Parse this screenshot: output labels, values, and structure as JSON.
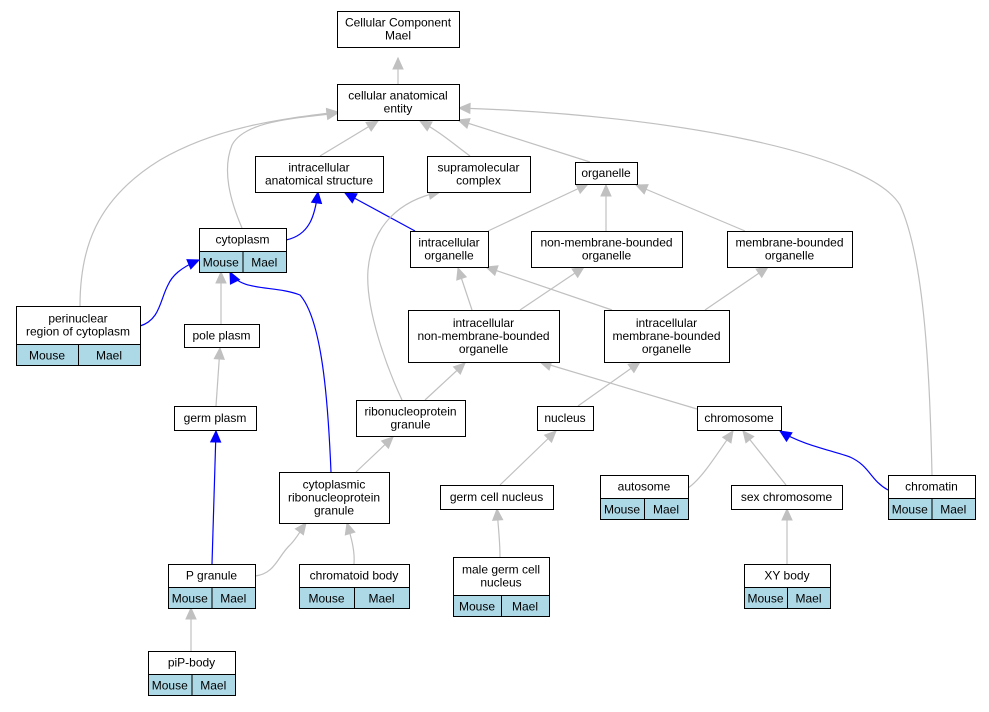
{
  "colors": {
    "is_a_edge": "#c0c0c0",
    "annotation_edge": "#0000ff",
    "annotation_fill": "#add8e6",
    "node_border": "#000000",
    "node_fill": "#ffffff"
  },
  "nodes": {
    "root": {
      "lines": [
        "Cellular Component",
        "Mael"
      ]
    },
    "cellular_anatomical_entity": {
      "lines": [
        "cellular anatomical",
        "entity"
      ]
    },
    "intracellular_anatomical_structure": {
      "lines": [
        "intracellular",
        "anatomical structure"
      ]
    },
    "supramolecular_complex": {
      "lines": [
        "supramolecular",
        "complex"
      ]
    },
    "organelle": {
      "lines": [
        "organelle"
      ]
    },
    "cytoplasm": {
      "lines": [
        "cytoplasm"
      ],
      "annotations": [
        "Mouse",
        "Mael"
      ]
    },
    "intracellular_organelle": {
      "lines": [
        "intracellular",
        "organelle"
      ]
    },
    "non_membrane_bounded_organelle": {
      "lines": [
        "non-membrane-bounded",
        "organelle"
      ]
    },
    "membrane_bounded_organelle": {
      "lines": [
        "membrane-bounded",
        "organelle"
      ]
    },
    "perinuclear_region": {
      "lines": [
        "perinuclear",
        "region of cytoplasm"
      ],
      "annotations": [
        "Mouse",
        "Mael"
      ]
    },
    "pole_plasm": {
      "lines": [
        "pole plasm"
      ]
    },
    "intracellular_non_membrane_bounded_organelle": {
      "lines": [
        "intracellular",
        "non-membrane-bounded",
        "organelle"
      ]
    },
    "intracellular_membrane_bounded_organelle": {
      "lines": [
        "intracellular",
        "membrane-bounded",
        "organelle"
      ]
    },
    "germ_plasm": {
      "lines": [
        "germ plasm"
      ]
    },
    "ribonucleoprotein_granule": {
      "lines": [
        "ribonucleoprotein",
        "granule"
      ]
    },
    "nucleus": {
      "lines": [
        "nucleus"
      ]
    },
    "chromosome": {
      "lines": [
        "chromosome"
      ]
    },
    "cytoplasmic_rnp_granule": {
      "lines": [
        "cytoplasmic",
        "ribonucleoprotein",
        "granule"
      ]
    },
    "germ_cell_nucleus": {
      "lines": [
        "germ cell nucleus"
      ]
    },
    "autosome": {
      "lines": [
        "autosome"
      ],
      "annotations": [
        "Mouse",
        "Mael"
      ]
    },
    "sex_chromosome": {
      "lines": [
        "sex chromosome"
      ]
    },
    "chromatin": {
      "lines": [
        "chromatin"
      ],
      "annotations": [
        "Mouse",
        "Mael"
      ]
    },
    "p_granule": {
      "lines": [
        "P granule"
      ],
      "annotations": [
        "Mouse",
        "Mael"
      ]
    },
    "chromatoid_body": {
      "lines": [
        "chromatoid body"
      ],
      "annotations": [
        "Mouse",
        "Mael"
      ]
    },
    "male_germ_cell_nucleus": {
      "lines": [
        "male germ cell",
        "nucleus"
      ],
      "annotations": [
        "Mouse",
        "Mael"
      ]
    },
    "xy_body": {
      "lines": [
        "XY body"
      ],
      "annotations": [
        "Mouse",
        "Mael"
      ]
    },
    "pip_body": {
      "lines": [
        "piP-body"
      ],
      "annotations": [
        "Mouse",
        "Mael"
      ]
    }
  },
  "edges": [
    {
      "from": "cellular_anatomical_entity",
      "to": "root",
      "kind": "is_a"
    },
    {
      "from": "intracellular_anatomical_structure",
      "to": "cellular_anatomical_entity",
      "kind": "is_a"
    },
    {
      "from": "supramolecular_complex",
      "to": "cellular_anatomical_entity",
      "kind": "is_a"
    },
    {
      "from": "organelle",
      "to": "cellular_anatomical_entity",
      "kind": "is_a"
    },
    {
      "from": "cytoplasm",
      "to": "cellular_anatomical_entity",
      "kind": "is_a"
    },
    {
      "from": "perinuclear_region",
      "to": "cellular_anatomical_entity",
      "kind": "is_a"
    },
    {
      "from": "chromatin",
      "to": "cellular_anatomical_entity",
      "kind": "is_a"
    },
    {
      "from": "cytoplasm",
      "to": "intracellular_anatomical_structure",
      "kind": "annotation"
    },
    {
      "from": "intracellular_organelle",
      "to": "intracellular_anatomical_structure",
      "kind": "annotation"
    },
    {
      "from": "intracellular_organelle",
      "to": "organelle",
      "kind": "is_a"
    },
    {
      "from": "non_membrane_bounded_organelle",
      "to": "organelle",
      "kind": "is_a"
    },
    {
      "from": "membrane_bounded_organelle",
      "to": "organelle",
      "kind": "is_a"
    },
    {
      "from": "perinuclear_region",
      "to": "cytoplasm",
      "kind": "annotation"
    },
    {
      "from": "pole_plasm",
      "to": "cytoplasm",
      "kind": "is_a"
    },
    {
      "from": "cytoplasmic_rnp_granule",
      "to": "cytoplasm",
      "kind": "annotation"
    },
    {
      "from": "intracellular_non_membrane_bounded_organelle",
      "to": "intracellular_organelle",
      "kind": "is_a"
    },
    {
      "from": "intracellular_non_membrane_bounded_organelle",
      "to": "non_membrane_bounded_organelle",
      "kind": "is_a"
    },
    {
      "from": "intracellular_membrane_bounded_organelle",
      "to": "intracellular_organelle",
      "kind": "is_a"
    },
    {
      "from": "intracellular_membrane_bounded_organelle",
      "to": "membrane_bounded_organelle",
      "kind": "is_a"
    },
    {
      "from": "germ_plasm",
      "to": "pole_plasm",
      "kind": "is_a"
    },
    {
      "from": "ribonucleoprotein_granule",
      "to": "intracellular_non_membrane_bounded_organelle",
      "kind": "is_a"
    },
    {
      "from": "ribonucleoprotein_granule",
      "to": "supramolecular_complex",
      "kind": "is_a"
    },
    {
      "from": "chromosome",
      "to": "intracellular_non_membrane_bounded_organelle",
      "kind": "is_a"
    },
    {
      "from": "nucleus",
      "to": "intracellular_membrane_bounded_organelle",
      "kind": "is_a"
    },
    {
      "from": "cytoplasmic_rnp_granule",
      "to": "ribonucleoprotein_granule",
      "kind": "is_a"
    },
    {
      "from": "germ_cell_nucleus",
      "to": "nucleus",
      "kind": "is_a"
    },
    {
      "from": "autosome",
      "to": "chromosome",
      "kind": "is_a"
    },
    {
      "from": "sex_chromosome",
      "to": "chromosome",
      "kind": "is_a"
    },
    {
      "from": "chromatin",
      "to": "chromosome",
      "kind": "annotation"
    },
    {
      "from": "p_granule",
      "to": "germ_plasm",
      "kind": "annotation"
    },
    {
      "from": "p_granule",
      "to": "cytoplasmic_rnp_granule",
      "kind": "is_a"
    },
    {
      "from": "chromatoid_body",
      "to": "cytoplasmic_rnp_granule",
      "kind": "is_a"
    },
    {
      "from": "male_germ_cell_nucleus",
      "to": "germ_cell_nucleus",
      "kind": "is_a"
    },
    {
      "from": "xy_body",
      "to": "sex_chromosome",
      "kind": "is_a"
    },
    {
      "from": "pip_body",
      "to": "p_granule",
      "kind": "is_a"
    }
  ]
}
